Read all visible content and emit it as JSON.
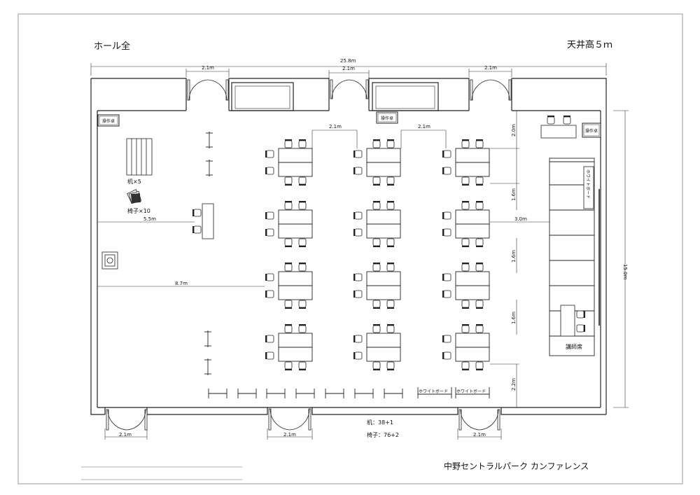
{
  "header": {
    "room_name": "ホール全",
    "ceiling_height": "天井高５ｍ"
  },
  "footer": {
    "venue_name": "中野セントラルパーク カンファレンス",
    "desk_count": "机：38+1",
    "chair_count": "椅子：76+2"
  },
  "dimensions": {
    "overall_width": "25.8m",
    "overall_depth": "15.0m",
    "door_top_left": "2.1m",
    "door_top_center": "2.1m",
    "door_top_right": "2.1m",
    "door_bottom_left": "2.1m",
    "door_bottom_center": "2.1m",
    "door_bottom_right": "2.1m",
    "row_gap_1": "2.1m",
    "row_gap_2": "2.1m",
    "from_left_wall_podium": "5.5m",
    "from_left_wall_tables": "8.7m",
    "to_stage": "3.0m",
    "front_gap": "2.0m",
    "aisle_1": "1.6m",
    "aisle_2": "1.6m",
    "aisle_3": "1.6m",
    "back_gap": "2.2m"
  },
  "labels": {
    "control_desk_left": "操作卓",
    "control_desk_center": "操作卓",
    "control_desk_right": "操作卓",
    "desks_spare": "机×5",
    "chairs_spare": "椅子×10",
    "whiteboard_stage": "ホワイトボード",
    "whiteboard_back_1": "ホワイトボード",
    "whiteboard_back_2": "ホワイトボード",
    "lectern": "講師席"
  }
}
